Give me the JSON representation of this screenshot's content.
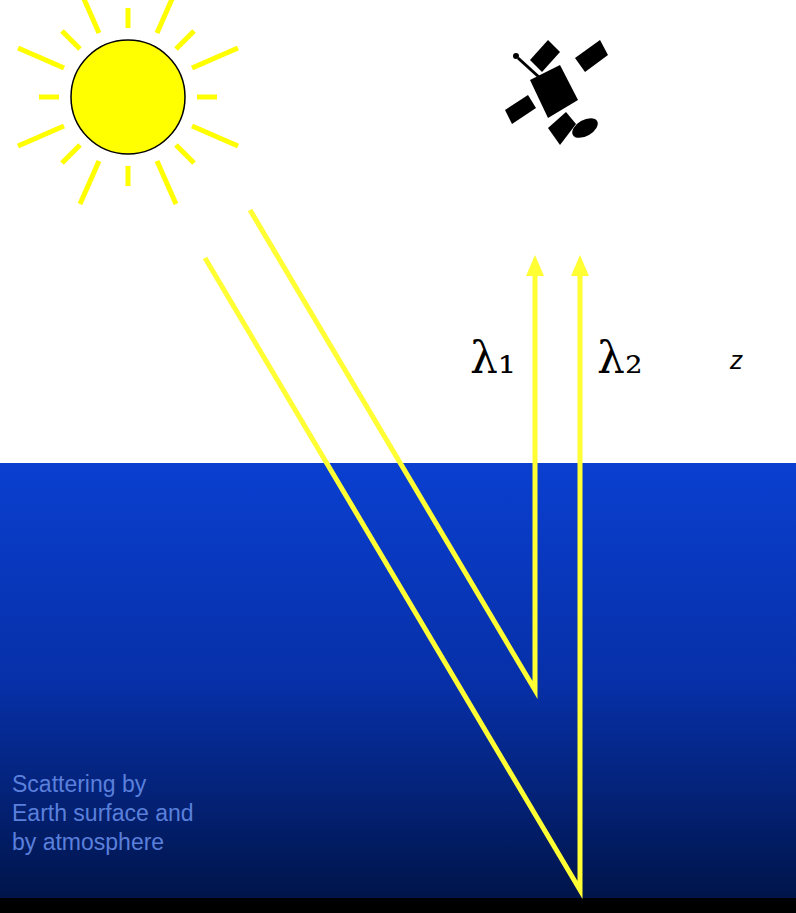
{
  "diagram": {
    "labels": [
      "λ₁",
      "λ₂",
      "z",
      "Scattering by Earth surface and by atmosphere"
    ]
  }
}
